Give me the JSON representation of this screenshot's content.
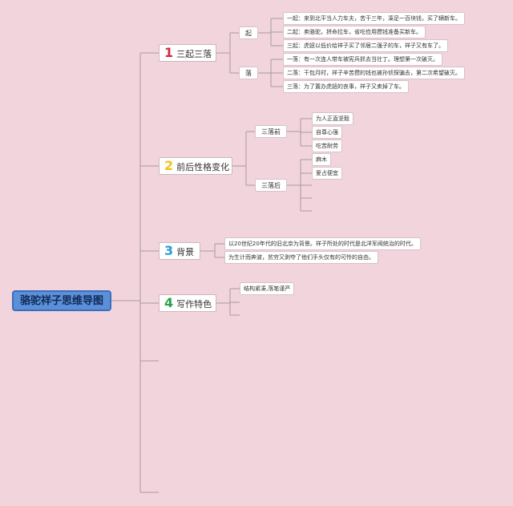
{
  "root": {
    "title": "骆驼祥子思维导图"
  },
  "branches": [
    {
      "num": "1",
      "num_color": "#d42a3c",
      "label": "三起三落",
      "groups": [
        {
          "label": "起",
          "items": [
            "一起：来到北平当人力车夫，苦干三年，凑足一百块钱，买了辆新车。",
            "二起：卖骆驼，拼命拉车，省吃俭用攒钱准备买新车。",
            "三起：虎妞以低价给祥子买了邻居二强子的车，祥子又有车了。"
          ]
        },
        {
          "label": "落",
          "items": [
            "一落：有一次连人带车被宪兵抓去当壮丁。理想第一次破灭。",
            "二落：干包月时，祥子辛苦攒的钱也被孙侦探骗去，第二次希望破灭。",
            "三落：为了置办虎妞的丧事，祥子又卖掉了车。"
          ]
        }
      ]
    },
    {
      "num": "2",
      "num_color": "#f0c419",
      "label": "前后性格变化",
      "groups": [
        {
          "label": "三落前",
          "items": [
            "为人正直坚毅",
            "自尊心强",
            "吃苦耐劳"
          ]
        },
        {
          "label": "三落后",
          "items": [
            "麻木",
            "爱占便宜"
          ]
        }
      ]
    },
    {
      "num": "3",
      "num_color": "#2a9ad8",
      "label": "背景",
      "items": [
        "以20世纪20年代的旧北京为背景。祥子所处的时代是北洋军阀统治的时代。",
        "为生计而奔波，贫穷又剥夺了他们手头仅有的可怜的自由。"
      ]
    },
    {
      "num": "4",
      "num_color": "#2aa04a",
      "label": "写作特色",
      "items": [
        "结构紧凑,落笔谨严"
      ]
    }
  ],
  "colors": {
    "line": "#a89aa0",
    "background": "#f2d4dc",
    "root_fill": "#5b8fd8"
  }
}
